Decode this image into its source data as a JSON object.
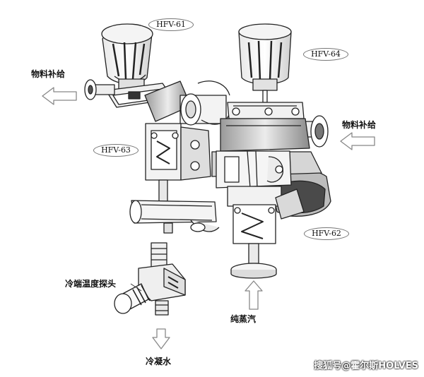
{
  "tags": {
    "hfv61": "HFV-61",
    "hfv64": "HFV-64",
    "hfv63": "HFV-63",
    "hfv62": "HFV-62"
  },
  "labels": {
    "feed_left": "物料补给",
    "feed_right": "物料补给",
    "cold_end_probe": "冷端温度探头",
    "pure_steam": "纯蒸汽",
    "condensate": "冷凝水"
  },
  "watermark": "搜狐号@霍尔斯HOLVES",
  "colors": {
    "line": "#222222",
    "shade_dark": "#555555",
    "shade_mid": "#bdbdbd",
    "background": "#ffffff"
  }
}
